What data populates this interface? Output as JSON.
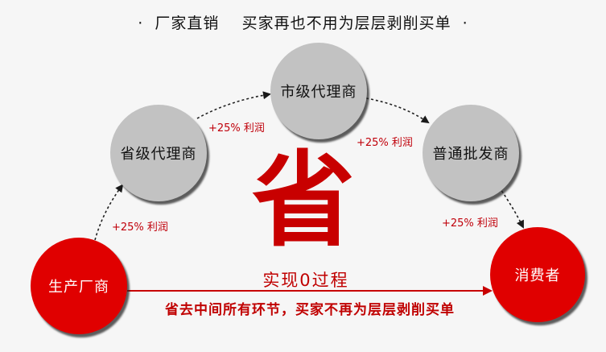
{
  "header": {
    "headline": "·  厂家直销    买家再也不用为层层剥削买单  ·"
  },
  "nodes": {
    "manufacturer": "生产厂商",
    "provincial_agent": "省级代理商",
    "city_agent": "市级代理商",
    "wholesaler": "普通批发商",
    "consumer": "消费者"
  },
  "profit_labels": {
    "step1": "+25% 利润",
    "step2": "+25% 利润",
    "step3": "+25% 利润",
    "step4": "+25% 利润"
  },
  "center": {
    "big_char": "省",
    "subtitle": "实现0过程",
    "slogan": "省去中间所有环节，买家不再为层层剥削买单"
  },
  "colors": {
    "red_node": "#e00000",
    "gray_node": "#c2c2c2",
    "accent_text": "#c00000",
    "background": "#f6f6f6"
  }
}
